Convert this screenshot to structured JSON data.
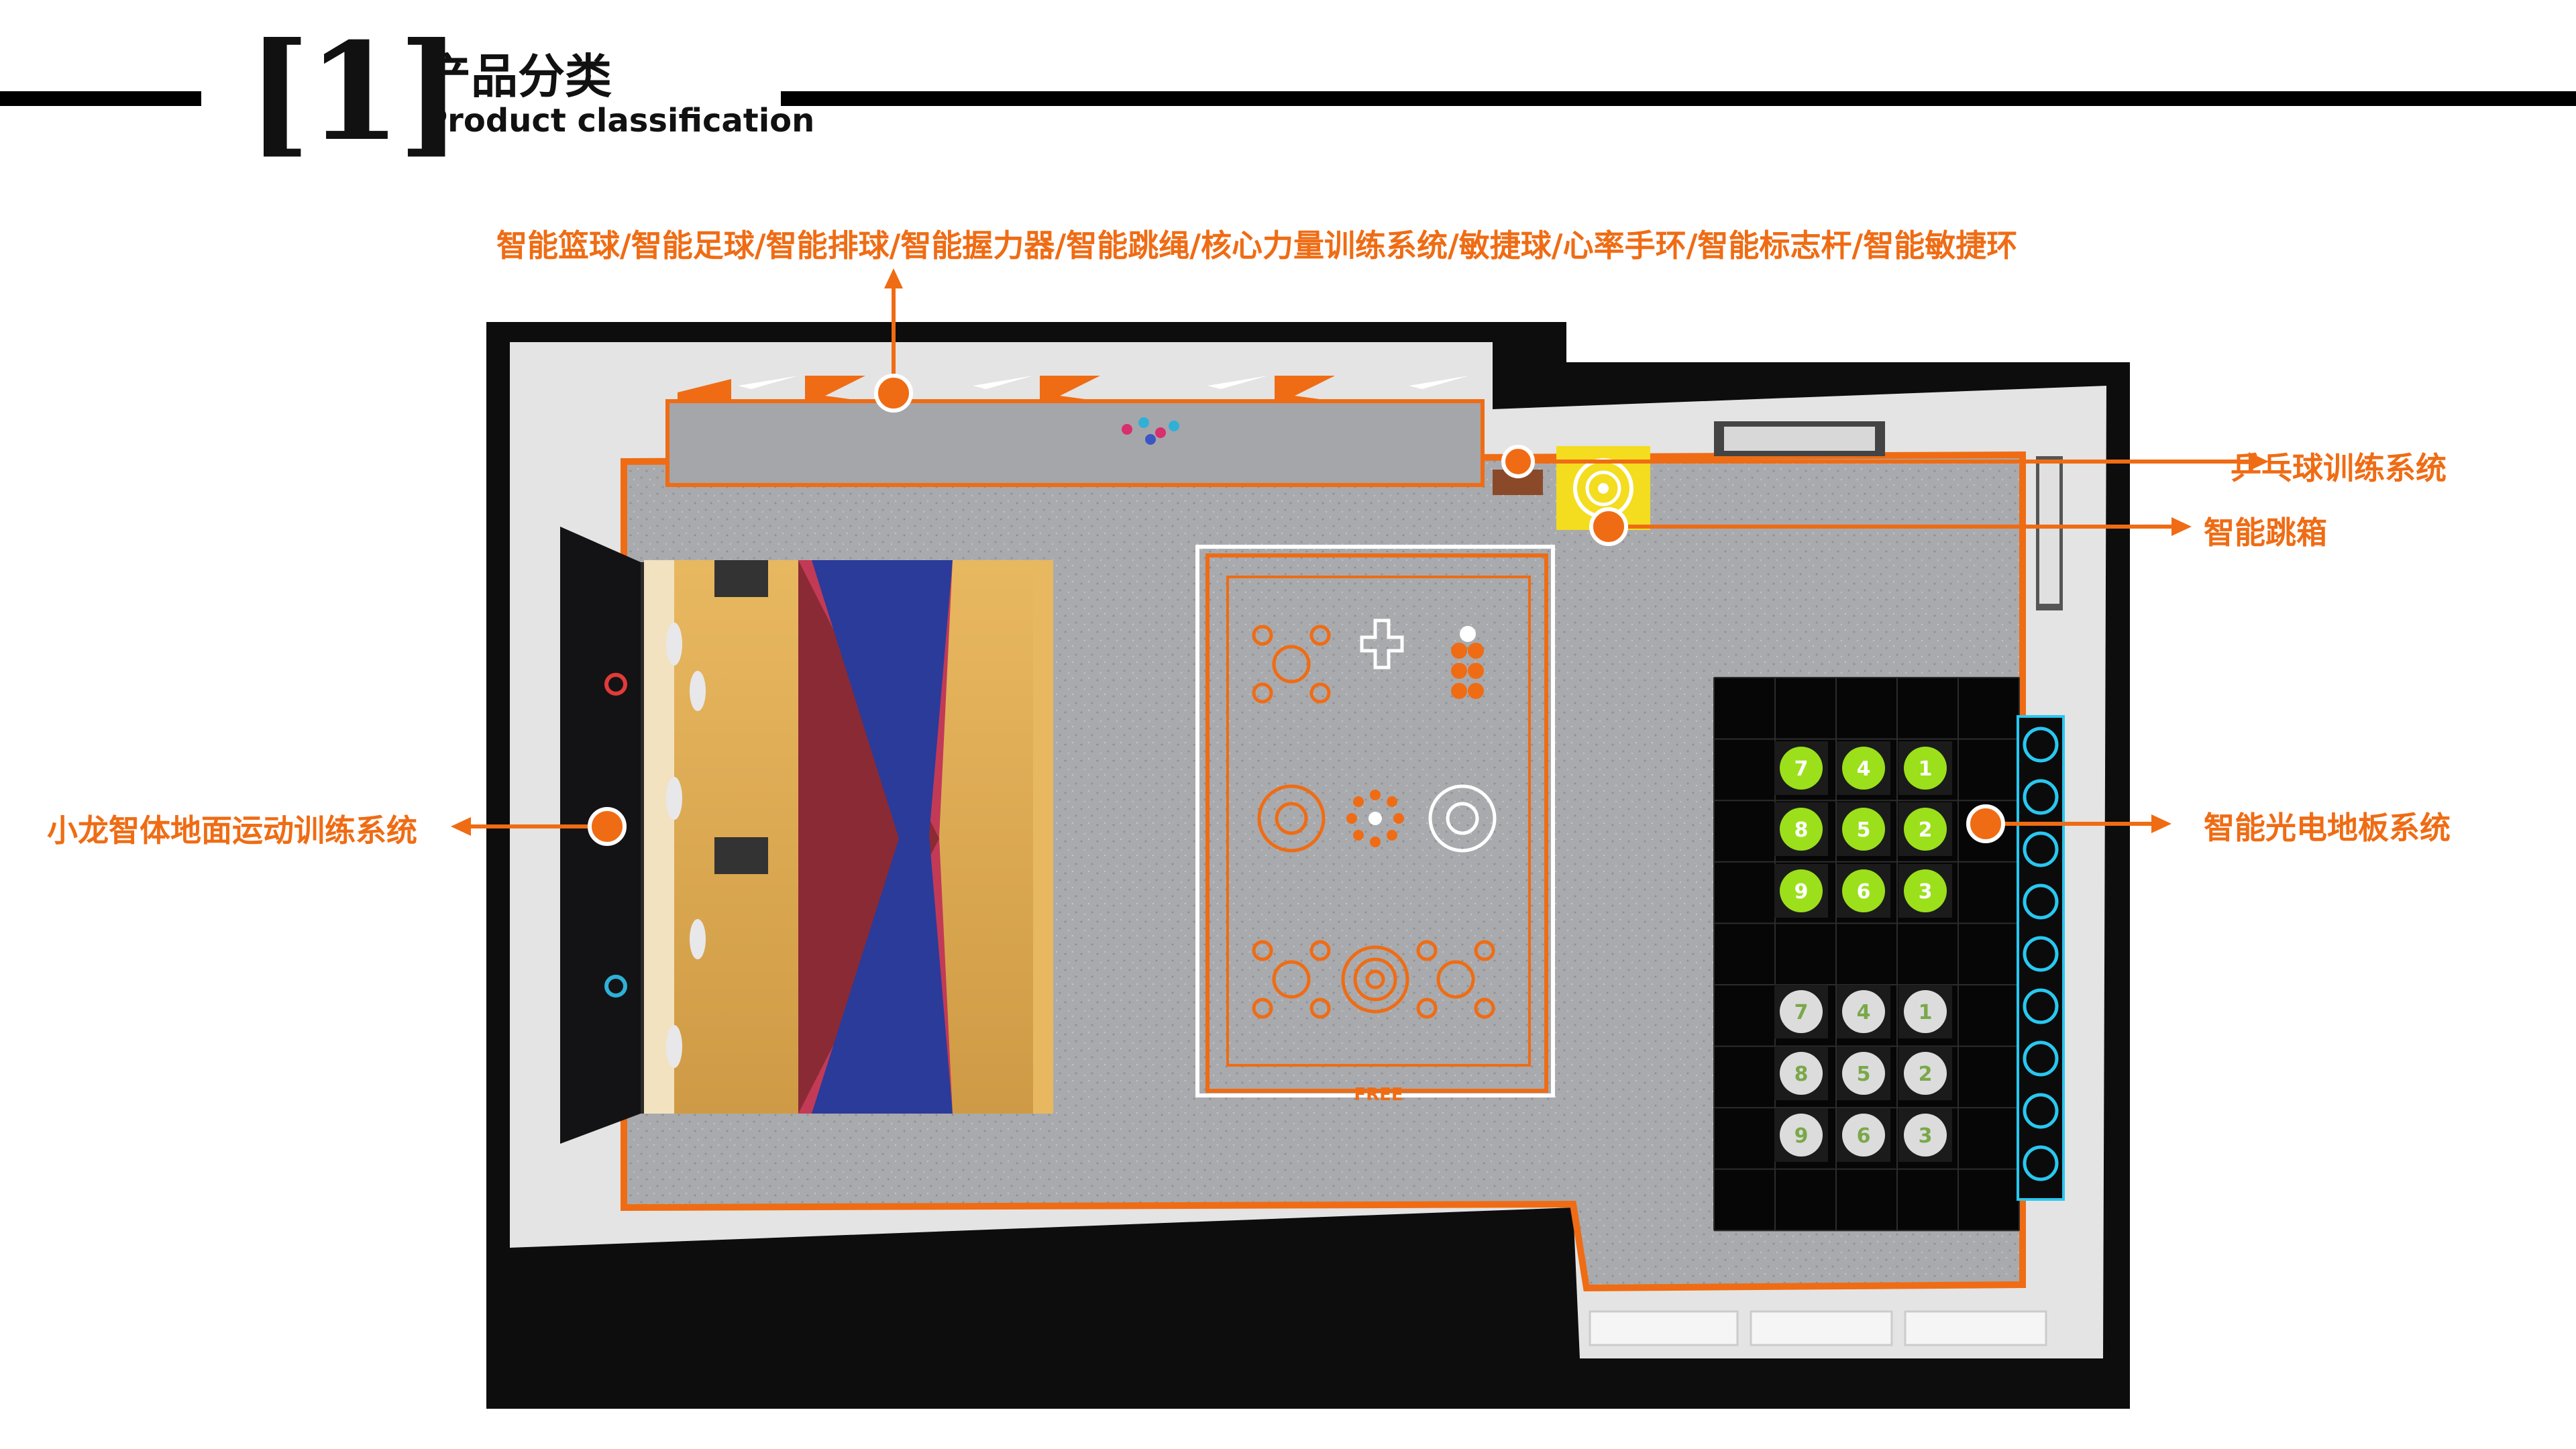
{
  "header": {
    "section_number": "[1]",
    "title_cn": "产品分类",
    "title_en": "Product classification"
  },
  "labels": {
    "top": "智能篮球/智能足球/智能排球/智能握力器/智能跳绳/核心力量训练系统/敏捷球/心率手环/智能标志杆/智能敏捷环",
    "table_tennis": "乒乓球训练系统",
    "jump_box": "智能跳箱",
    "floor_system": "小龙智体地面运动训练系统",
    "light_floor": "智能光电地板系统"
  },
  "floor_markings": {
    "free_text": "FREE"
  },
  "light_floor_numbers": {
    "grid": [
      [
        "7",
        "4",
        "1"
      ],
      [
        "8",
        "5",
        "2"
      ],
      [
        "9",
        "6",
        "3"
      ]
    ]
  },
  "colors": {
    "accent": "#ef6c14",
    "floor": "#a9aaad",
    "wall": "#e6e6e6",
    "dark": "#0d0d0d",
    "green_tile": "#9be01b",
    "cyan": "#28c8f0"
  }
}
